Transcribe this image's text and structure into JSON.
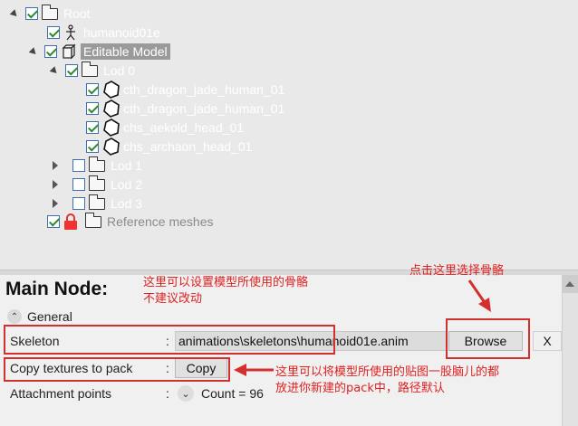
{
  "tree": {
    "root": "Root",
    "humanoid": "humanoid01e",
    "editable_model": "Editable Model",
    "lod0": "Lod 0",
    "meshes": [
      "cth_dragon_jade_human_01",
      "cth_dragon_jade_human_01",
      "chs_aekold_head_01",
      "chs_archaon_head_01"
    ],
    "lod1": "Lod 1",
    "lod2": "Lod 2",
    "lod3": "Lod 3",
    "reference_meshes": "Reference meshes"
  },
  "main_node": {
    "title": "Main Node:",
    "section": "General",
    "skeleton_label": "Skeleton",
    "skeleton_value": "animations\\skeletons\\humanoid01e.anim",
    "browse_label": "Browse",
    "clear_label": "X",
    "copy_textures_label": "Copy textures to pack",
    "copy_button": "Copy",
    "attachment_label": "Attachment points",
    "count_text": "Count = 96",
    "colon": ":"
  },
  "annotations": {
    "skeleton_note_line1": "这里可以设置模型所使用的骨骼",
    "skeleton_note_line2": "不建议改动",
    "browse_note": "点击这里选择骨骼",
    "copy_note_line1": "这里可以将模型所使用的贴图一股脑儿的都",
    "copy_note_line2": "放进你新建的pack中，路径默认",
    "color": "#e02020"
  }
}
